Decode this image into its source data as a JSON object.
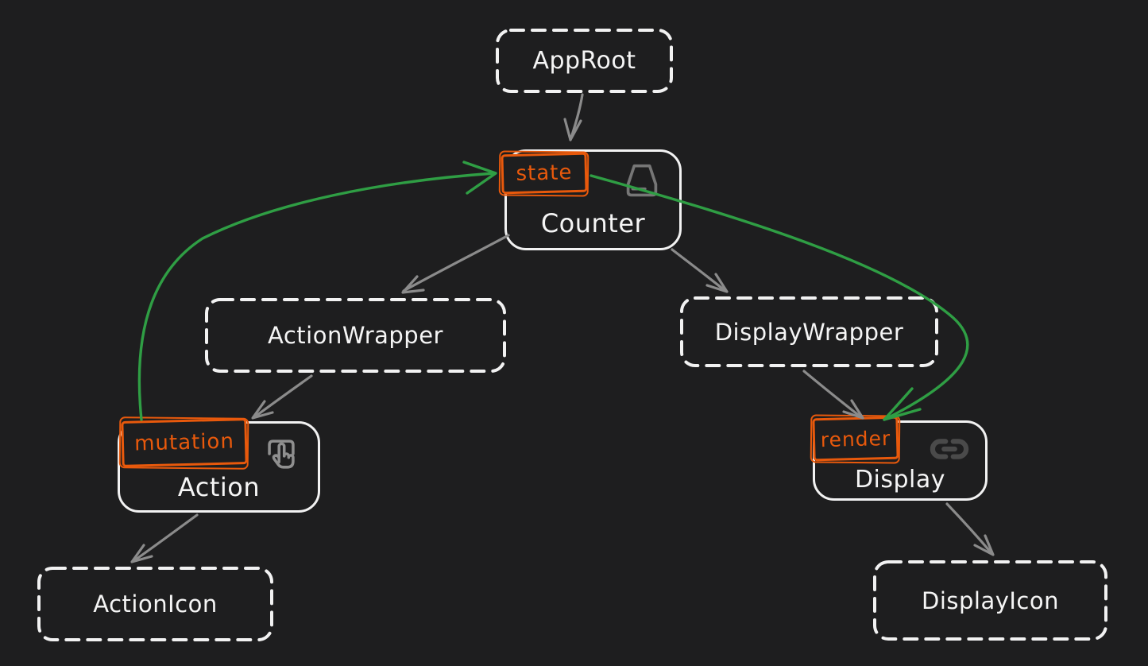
{
  "canvas": {
    "background": "#1e1e1f"
  },
  "colors": {
    "canvas-bg": "#1e1e1f",
    "node-stroke": "#f2f2f2",
    "label-white": "#f5f5f5",
    "edge-gray": "#8b8b8b",
    "edge-green": "#2f9e44",
    "badge-orange": "#e8590c",
    "icon-drive": "#767676",
    "icon-pointer": "#8f8f8f",
    "icon-link": "#4a4a4a"
  },
  "nodes": {
    "approot": {
      "label": "AppRoot",
      "shape": "dashed"
    },
    "counter": {
      "label": "Counter",
      "shape": "solid",
      "badge": "state",
      "icon": "hard-drive-icon"
    },
    "actionwrapper": {
      "label": "ActionWrapper",
      "shape": "dashed"
    },
    "displaywrapper": {
      "label": "DisplayWrapper",
      "shape": "dashed"
    },
    "action": {
      "label": "Action",
      "shape": "solid",
      "badge": "mutation",
      "icon": "pointer-click-icon"
    },
    "display": {
      "label": "Display",
      "shape": "solid",
      "badge": "render",
      "icon": "link-icon"
    },
    "actionicon": {
      "label": "ActionIcon",
      "shape": "dashed"
    },
    "displayicon": {
      "label": "DisplayIcon",
      "shape": "dashed"
    }
  },
  "edges": [
    {
      "from": "AppRoot",
      "to": "Counter",
      "style": "gray-arrow"
    },
    {
      "from": "Counter",
      "to": "ActionWrapper",
      "style": "gray-arrow"
    },
    {
      "from": "Counter",
      "to": "DisplayWrapper",
      "style": "gray-arrow"
    },
    {
      "from": "ActionWrapper",
      "to": "Action",
      "style": "gray-arrow"
    },
    {
      "from": "DisplayWrapper",
      "to": "Display",
      "style": "gray-arrow"
    },
    {
      "from": "Action",
      "to": "ActionIcon",
      "style": "gray-arrow"
    },
    {
      "from": "Display",
      "to": "DisplayIcon",
      "style": "gray-arrow"
    },
    {
      "from": "Action.mutation",
      "to": "Counter.state",
      "style": "green-arrow"
    },
    {
      "from": "Counter.state",
      "to": "Display.render",
      "style": "green-arrow"
    }
  ]
}
